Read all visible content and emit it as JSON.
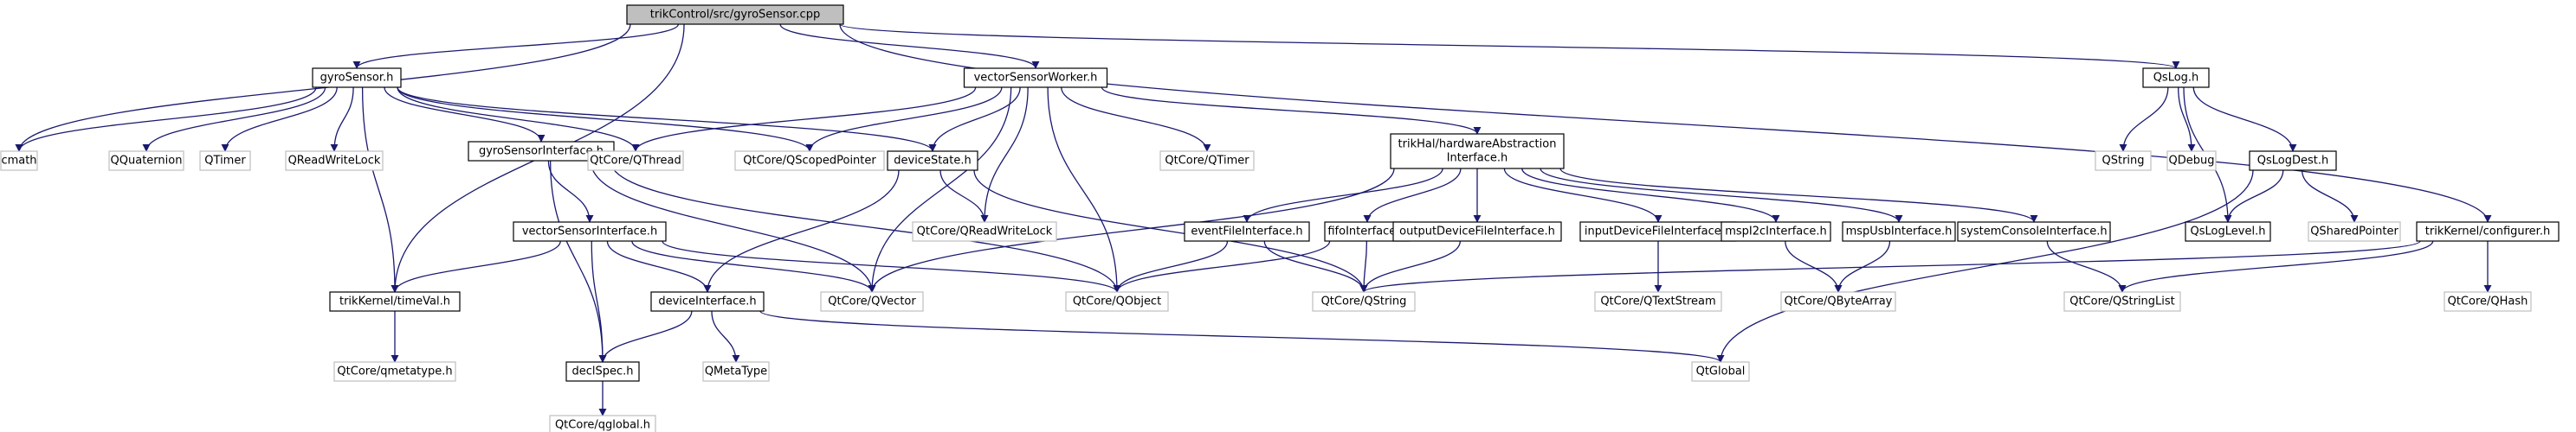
{
  "graph_data": {
    "type": "include-dependency-graph",
    "colors": {
      "edge": "#191970",
      "root_fill": "#bfbfbf",
      "node_border": "#000000",
      "external_border": "#bfbfbf",
      "text": "#000000"
    },
    "nodes": [
      {
        "id": "root",
        "label": "trikControl/src/gyroSensor.cpp",
        "kind": "root"
      },
      {
        "id": "gyroSensor_h",
        "label": "gyroSensor.h",
        "kind": "local"
      },
      {
        "id": "vectorSensorWorker_h",
        "label": "vectorSensorWorker.h",
        "kind": "local"
      },
      {
        "id": "QsLog_h",
        "label": "QsLog.h",
        "kind": "local"
      },
      {
        "id": "cmath",
        "label": "cmath",
        "kind": "external"
      },
      {
        "id": "QQuaternion",
        "label": "QQuaternion",
        "kind": "external"
      },
      {
        "id": "QTimer",
        "label": "QTimer",
        "kind": "external"
      },
      {
        "id": "QReadWriteLock",
        "label": "QReadWriteLock",
        "kind": "external"
      },
      {
        "id": "gyroSensorInterface_h",
        "label": "gyroSensorInterface.h",
        "kind": "local"
      },
      {
        "id": "QtCore_QThread",
        "label": "QtCore/QThread",
        "kind": "external"
      },
      {
        "id": "QtCore_QScopedPointer",
        "label": "QtCore/QScopedPointer",
        "kind": "external"
      },
      {
        "id": "deviceState_h",
        "label": "deviceState.h",
        "kind": "local"
      },
      {
        "id": "QtCore_QTimer",
        "label": "QtCore/QTimer",
        "kind": "external"
      },
      {
        "id": "trikHal_hwai_h",
        "label": "trikHal/hardwareAbstraction\nInterface.h",
        "kind": "local"
      },
      {
        "id": "QString",
        "label": "QString",
        "kind": "external"
      },
      {
        "id": "QDebug",
        "label": "QDebug",
        "kind": "external"
      },
      {
        "id": "QsLogDest_h",
        "label": "QsLogDest.h",
        "kind": "local"
      },
      {
        "id": "QtCore_QReadWriteLock",
        "label": "QtCore/QReadWriteLock",
        "kind": "external"
      },
      {
        "id": "vectorSensorInterface_h",
        "label": "vectorSensorInterface.h",
        "kind": "local"
      },
      {
        "id": "trikKernel_timeVal_h",
        "label": "trikKernel/timeVal.h",
        "kind": "local"
      },
      {
        "id": "QtCore_QVector",
        "label": "QtCore/QVector",
        "kind": "external"
      },
      {
        "id": "QtCore_QObject",
        "label": "QtCore/QObject",
        "kind": "external"
      },
      {
        "id": "eventFileInterface_h",
        "label": "eventFileInterface.h",
        "kind": "local"
      },
      {
        "id": "fifoInterface_h",
        "label": "fifoInterface.h",
        "kind": "local"
      },
      {
        "id": "outputDeviceFileInterface_h",
        "label": "outputDeviceFileInterface.h",
        "kind": "local"
      },
      {
        "id": "inputDeviceFileInterface_h",
        "label": "inputDeviceFileInterface.h",
        "kind": "local"
      },
      {
        "id": "mspI2cInterface_h",
        "label": "mspI2cInterface.h",
        "kind": "local"
      },
      {
        "id": "mspUsbInterface_h",
        "label": "mspUsbInterface.h",
        "kind": "local"
      },
      {
        "id": "systemConsoleInterface_h",
        "label": "systemConsoleInterface.h",
        "kind": "local"
      },
      {
        "id": "QsLogLevel_h",
        "label": "QsLogLevel.h",
        "kind": "local"
      },
      {
        "id": "QSharedPointer",
        "label": "QSharedPointer",
        "kind": "external"
      },
      {
        "id": "trikKernel_configurer_h",
        "label": "trikKernel/configurer.h",
        "kind": "local"
      },
      {
        "id": "deviceInterface_h",
        "label": "deviceInterface.h",
        "kind": "local"
      },
      {
        "id": "QtCore_QString",
        "label": "QtCore/QString",
        "kind": "external"
      },
      {
        "id": "QtCore_QStringList",
        "label": "QtCore/QStringList",
        "kind": "external"
      },
      {
        "id": "QtCore_QHash",
        "label": "QtCore/QHash",
        "kind": "external"
      },
      {
        "id": "QtCore_qmetatype_h",
        "label": "QtCore/qmetatype.h",
        "kind": "external"
      },
      {
        "id": "declSpec_h",
        "label": "declSpec.h",
        "kind": "local"
      },
      {
        "id": "QMetaType",
        "label": "QMetaType",
        "kind": "external"
      },
      {
        "id": "QtGlobal",
        "label": "QtGlobal",
        "kind": "external"
      },
      {
        "id": "QtCore_QTextStream",
        "label": "QtCore/QTextStream",
        "kind": "external"
      },
      {
        "id": "QtCore_QByteArray",
        "label": "QtCore/QByteArray",
        "kind": "external"
      },
      {
        "id": "QtCore_qglobal_h",
        "label": "QtCore/qglobal.h",
        "kind": "external"
      }
    ],
    "edges": [
      [
        "root",
        "gyroSensor_h"
      ],
      [
        "root",
        "vectorSensorWorker_h"
      ],
      [
        "root",
        "QsLog_h"
      ],
      [
        "root",
        "cmath"
      ],
      [
        "root",
        "trikKernel_timeVal_h"
      ],
      [
        "root",
        "trikKernel_configurer_h"
      ],
      [
        "gyroSensor_h",
        "cmath"
      ],
      [
        "gyroSensor_h",
        "QQuaternion"
      ],
      [
        "gyroSensor_h",
        "QTimer"
      ],
      [
        "gyroSensor_h",
        "QReadWriteLock"
      ],
      [
        "gyroSensor_h",
        "gyroSensorInterface_h"
      ],
      [
        "gyroSensor_h",
        "QtCore_QThread"
      ],
      [
        "gyroSensor_h",
        "QtCore_QScopedPointer"
      ],
      [
        "gyroSensor_h",
        "deviceState_h"
      ],
      [
        "gyroSensor_h",
        "trikKernel_timeVal_h"
      ],
      [
        "vectorSensorWorker_h",
        "QtCore_QThread"
      ],
      [
        "vectorSensorWorker_h",
        "QtCore_QScopedPointer"
      ],
      [
        "vectorSensorWorker_h",
        "deviceState_h"
      ],
      [
        "vectorSensorWorker_h",
        "QtCore_QTimer"
      ],
      [
        "vectorSensorWorker_h",
        "trikHal_hwai_h"
      ],
      [
        "vectorSensorWorker_h",
        "QtCore_QReadWriteLock"
      ],
      [
        "vectorSensorWorker_h",
        "QtCore_QVector"
      ],
      [
        "vectorSensorWorker_h",
        "QtCore_QObject"
      ],
      [
        "gyroSensorInterface_h",
        "vectorSensorInterface_h"
      ],
      [
        "gyroSensorInterface_h",
        "declSpec_h"
      ],
      [
        "gyroSensorInterface_h",
        "QtCore_QVector"
      ],
      [
        "gyroSensorInterface_h",
        "QtCore_QObject"
      ],
      [
        "vectorSensorInterface_h",
        "trikKernel_timeVal_h"
      ],
      [
        "vectorSensorInterface_h",
        "deviceInterface_h"
      ],
      [
        "vectorSensorInterface_h",
        "declSpec_h"
      ],
      [
        "vectorSensorInterface_h",
        "QtCore_QVector"
      ],
      [
        "vectorSensorInterface_h",
        "QtCore_QObject"
      ],
      [
        "deviceState_h",
        "QtCore_QReadWriteLock"
      ],
      [
        "deviceState_h",
        "deviceInterface_h"
      ],
      [
        "deviceState_h",
        "QtCore_QString"
      ],
      [
        "deviceInterface_h",
        "declSpec_h"
      ],
      [
        "deviceInterface_h",
        "QMetaType"
      ],
      [
        "deviceInterface_h",
        "QtGlobal"
      ],
      [
        "declSpec_h",
        "QtCore_qglobal_h"
      ],
      [
        "trikKernel_timeVal_h",
        "QtCore_qmetatype_h"
      ],
      [
        "trikHal_hwai_h",
        "eventFileInterface_h"
      ],
      [
        "trikHal_hwai_h",
        "fifoInterface_h"
      ],
      [
        "trikHal_hwai_h",
        "outputDeviceFileInterface_h"
      ],
      [
        "trikHal_hwai_h",
        "inputDeviceFileInterface_h"
      ],
      [
        "trikHal_hwai_h",
        "mspI2cInterface_h"
      ],
      [
        "trikHal_hwai_h",
        "mspUsbInterface_h"
      ],
      [
        "trikHal_hwai_h",
        "systemConsoleInterface_h"
      ],
      [
        "trikHal_hwai_h",
        "QtCore_QVector"
      ],
      [
        "eventFileInterface_h",
        "QtCore_QObject"
      ],
      [
        "eventFileInterface_h",
        "QtCore_QString"
      ],
      [
        "fifoInterface_h",
        "QtCore_QObject"
      ],
      [
        "fifoInterface_h",
        "QtCore_QString"
      ],
      [
        "outputDeviceFileInterface_h",
        "QtCore_QString"
      ],
      [
        "inputDeviceFileInterface_h",
        "QtCore_QTextStream"
      ],
      [
        "mspI2cInterface_h",
        "QtCore_QByteArray"
      ],
      [
        "mspUsbInterface_h",
        "QtCore_QByteArray"
      ],
      [
        "systemConsoleInterface_h",
        "QtCore_QStringList"
      ],
      [
        "QsLog_h",
        "QString"
      ],
      [
        "QsLog_h",
        "QDebug"
      ],
      [
        "QsLog_h",
        "QsLogDest_h"
      ],
      [
        "QsLog_h",
        "QsLogLevel_h"
      ],
      [
        "QsLogDest_h",
        "QsLogLevel_h"
      ],
      [
        "QsLogDest_h",
        "QSharedPointer"
      ],
      [
        "QsLogDest_h",
        "QtGlobal"
      ],
      [
        "trikKernel_configurer_h",
        "QtCore_QString"
      ],
      [
        "trikKernel_configurer_h",
        "QtCore_QStringList"
      ],
      [
        "trikKernel_configurer_h",
        "QtCore_QHash"
      ]
    ]
  }
}
